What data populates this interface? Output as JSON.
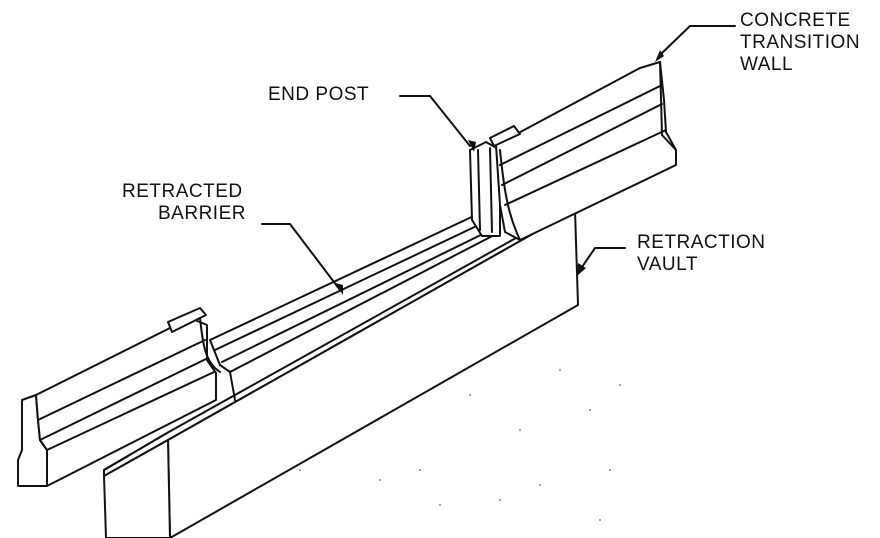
{
  "labels": {
    "concrete_transition_wall": [
      "CONCRETE",
      "TRANSITION",
      "WALL"
    ],
    "end_post": "END POST",
    "retracted_barrier": [
      "RETRACTED",
      "BARRIER"
    ],
    "retraction_vault": [
      "RETRACTION",
      "VAULT"
    ]
  }
}
